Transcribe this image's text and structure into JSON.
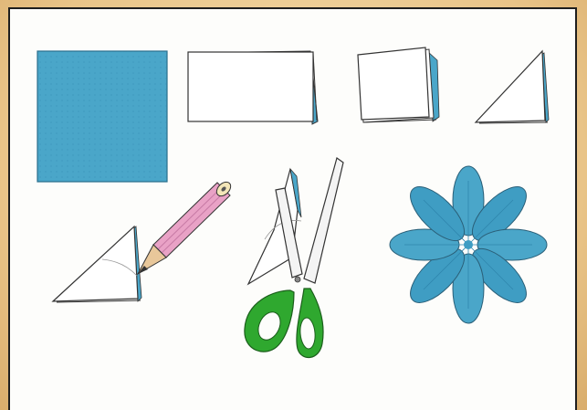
{
  "scene": {
    "description_steps": [
      "blue-square-paper",
      "folded-rectangle",
      "folded-small-square",
      "folded-triangle",
      "triangle-with-pencil-drawing",
      "cutting-with-scissors",
      "finished-paper-flower"
    ]
  },
  "colors": {
    "paper_blue": "#4aa6c9",
    "paper_blue_dark": "#2f86ad",
    "paper_white": "#ffffff",
    "outline": "#333333",
    "pencil_pink": "#e9a2c6",
    "pencil_wood": "#e8c79a",
    "scissor_green": "#2fa82f",
    "scissor_blade": "#f4f4f4",
    "background_frame": "#e9c488"
  }
}
